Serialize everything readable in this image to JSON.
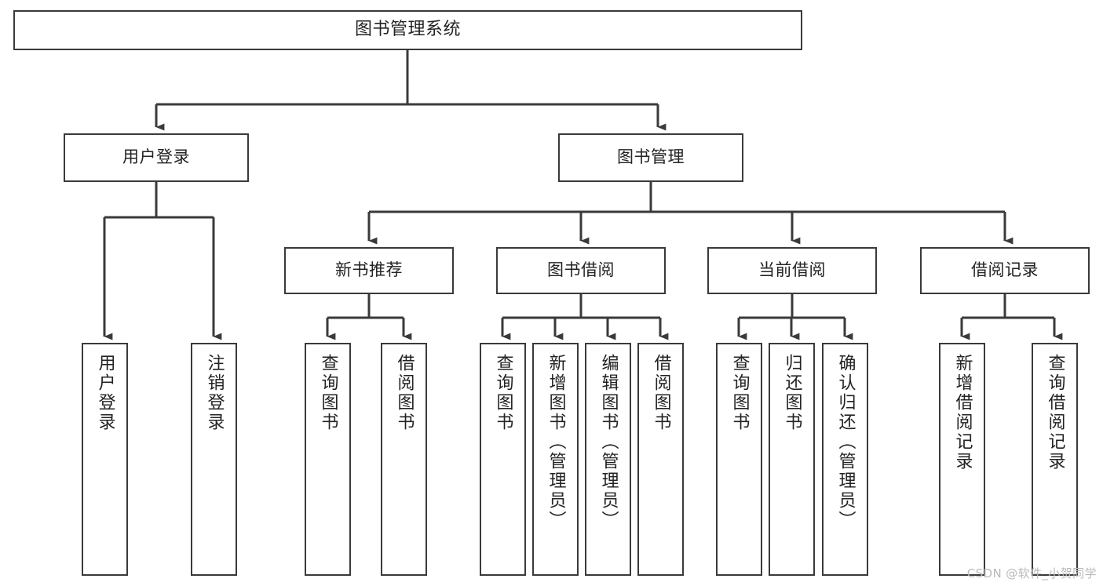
{
  "diagram": {
    "title": "图书管理系统",
    "watermark": "CSDN @软件_小贺同学",
    "colors": {
      "background": "#ffffff",
      "box_border": "#3a3a3a",
      "connector": "#3a3a3a",
      "text": "#232323",
      "watermark": "#b9b9b9"
    },
    "root": {
      "label": "图书管理系统"
    },
    "level2": [
      {
        "label": "用户登录"
      },
      {
        "label": "图书管理"
      }
    ],
    "level3": [
      {
        "label": "新书推荐"
      },
      {
        "label": "图书借阅"
      },
      {
        "label": "当前借阅"
      },
      {
        "label": "借阅记录"
      }
    ],
    "leaves": {
      "user_login": [
        {
          "label": "用户登录"
        },
        {
          "label": "注销登录"
        }
      ],
      "new_book_recommend": [
        {
          "label": "查询图书"
        },
        {
          "label": "借阅图书"
        }
      ],
      "book_borrow": [
        {
          "label": "查询图书"
        },
        {
          "label": "新增图书（管理员）"
        },
        {
          "label": "编辑图书（管理员）"
        },
        {
          "label": "借阅图书"
        }
      ],
      "current_borrow": [
        {
          "label": "查询图书"
        },
        {
          "label": "归还图书"
        },
        {
          "label": "确认归还（管理员）"
        }
      ],
      "borrow_record": [
        {
          "label": "新增借阅记录"
        },
        {
          "label": "查询借阅记录"
        }
      ]
    }
  }
}
